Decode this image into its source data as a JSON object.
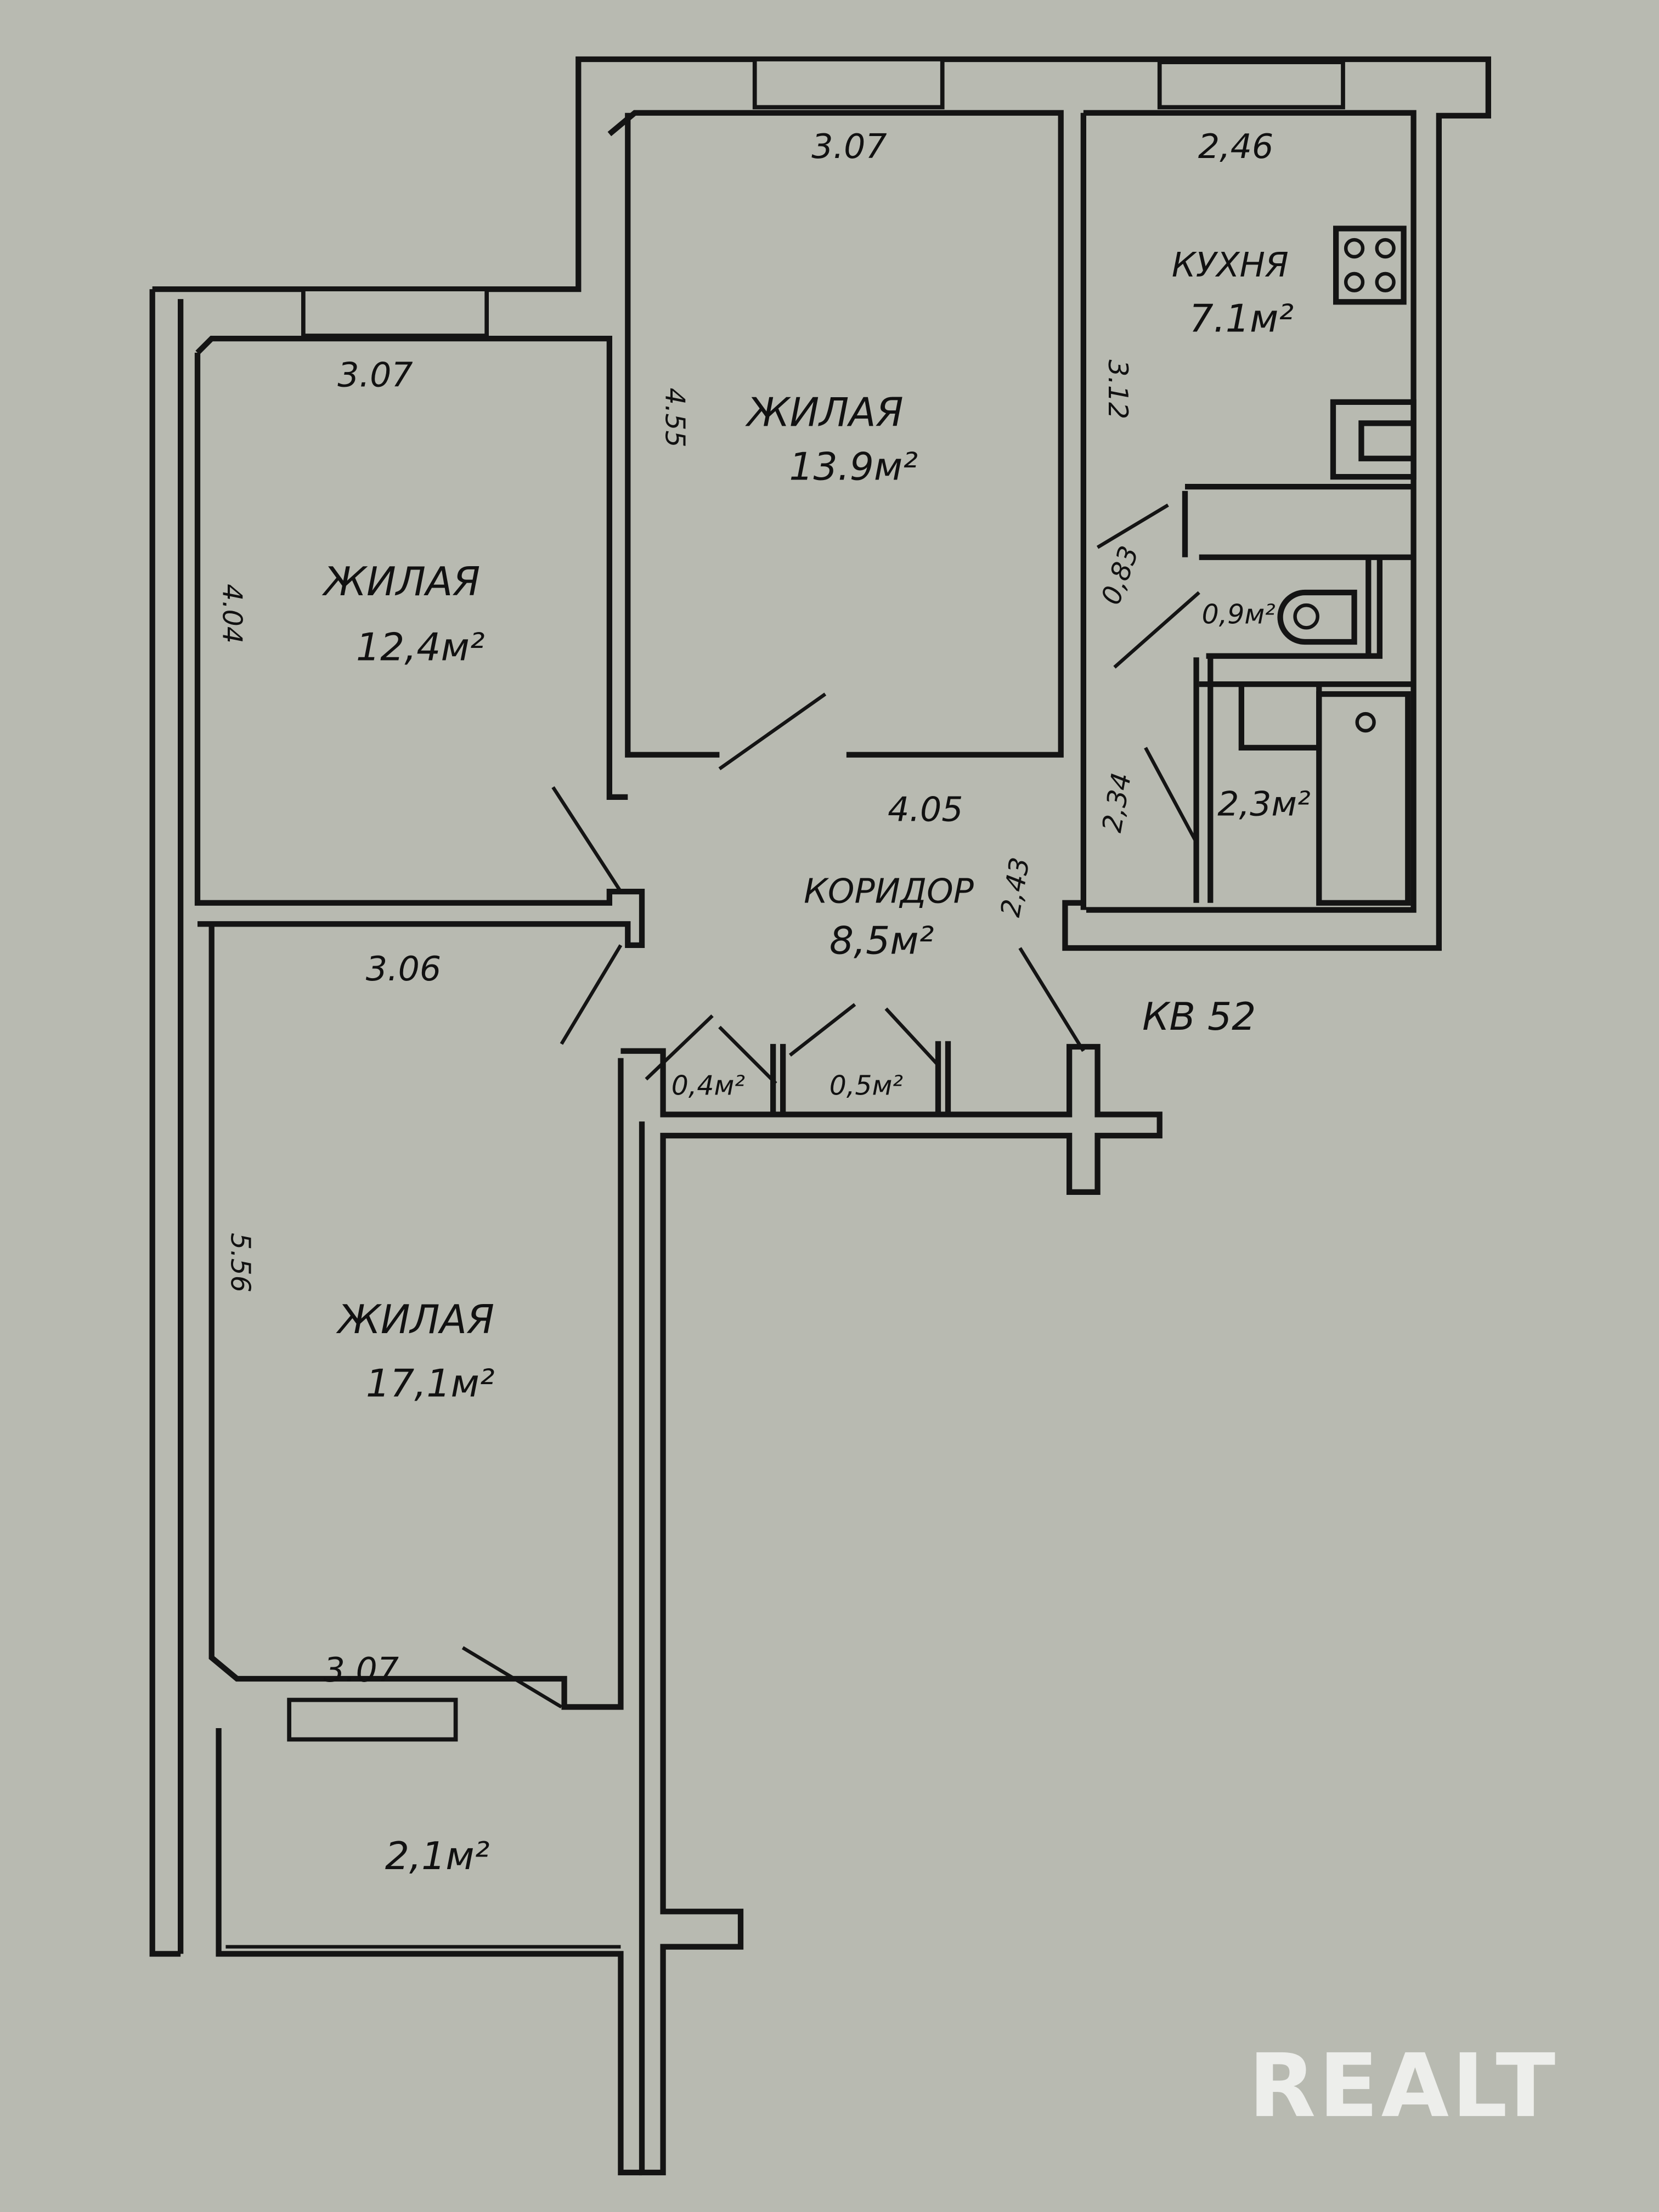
{
  "plan": {
    "apartment_label": "КВ 52",
    "watermark": "REALT",
    "rooms": [
      {
        "id": "living-13-9",
        "name": "ЖИЛАЯ",
        "area": "13.9м²",
        "width_dim": "3.07",
        "height_dim": "4.55"
      },
      {
        "id": "kitchen",
        "name": "КУХНЯ",
        "area": "7.1м²",
        "width_dim": "2,46",
        "height_dim": "3.12"
      },
      {
        "id": "living-12-4",
        "name": "ЖИЛАЯ",
        "area": "12,4м²",
        "width_dim": "3.07",
        "height_dim": "4.04"
      },
      {
        "id": "corridor",
        "name": "КОРИДОР",
        "area": "8,5м²",
        "width_dim": "4.05",
        "height_dim": "2,43"
      },
      {
        "id": "living-17-1",
        "name": "ЖИЛАЯ",
        "area": "17,1м²",
        "width_dim": "3.06",
        "height_dim": "5.56",
        "bottom_dim": "3.07"
      },
      {
        "id": "balcony",
        "area": "2,1м²"
      },
      {
        "id": "toilet",
        "area": "0,9м²",
        "dim": "0,83"
      },
      {
        "id": "bathroom",
        "area": "2,3м²",
        "dim": "2,34"
      },
      {
        "id": "closet-1",
        "area": "0,4м²"
      },
      {
        "id": "closet-2",
        "area": "0,5м²"
      }
    ]
  }
}
